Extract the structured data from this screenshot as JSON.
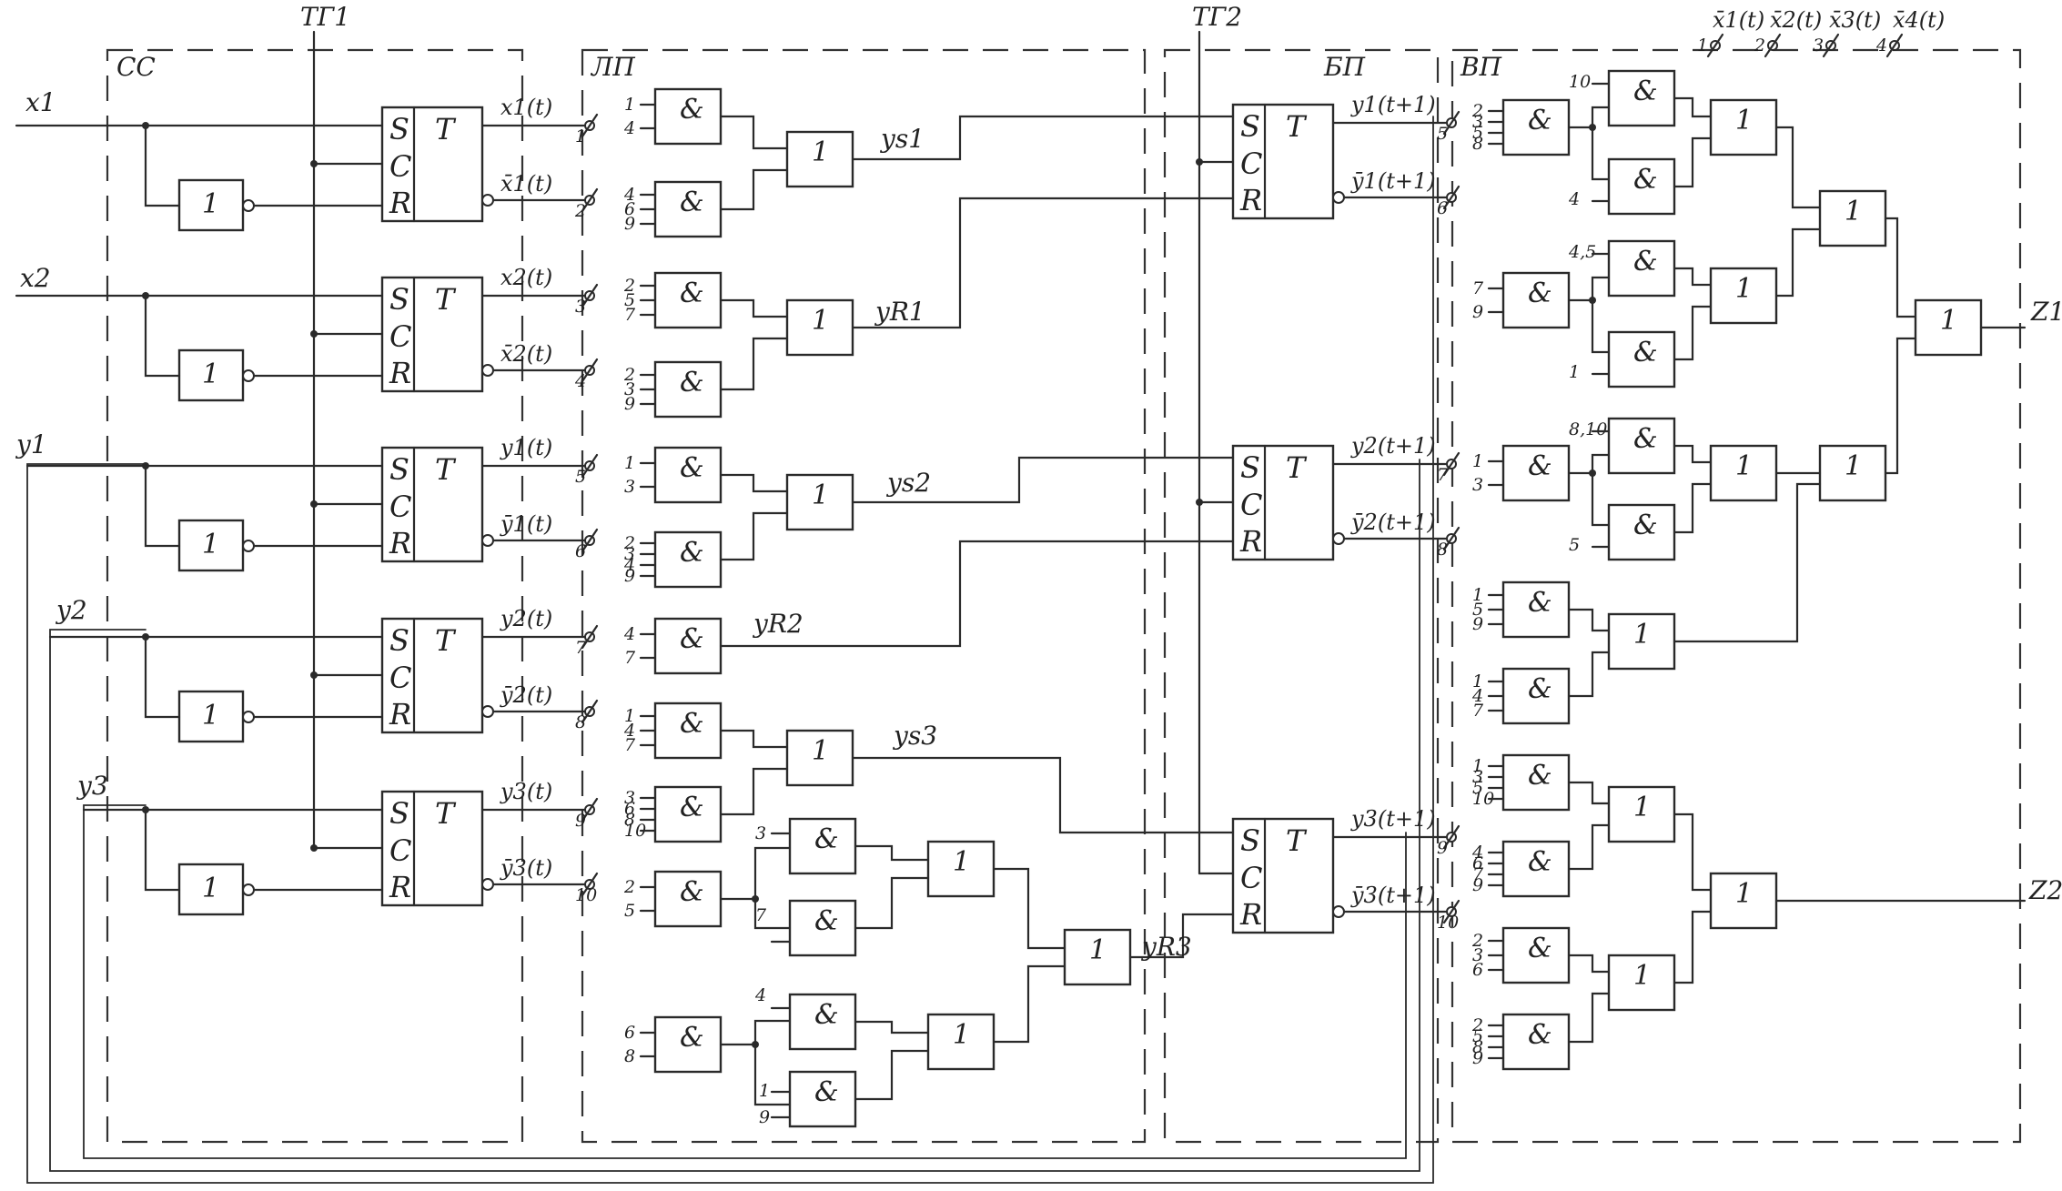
{
  "blocks": {
    "cc": "СС",
    "lp": "ЛП",
    "bp": "БП",
    "vp": "ВП",
    "tg1": "ТГ1",
    "tg2": "ТГ2"
  },
  "ff_labels": {
    "s": "S",
    "c": "C",
    "r": "R",
    "t": "T"
  },
  "gate_labels": {
    "and": "&",
    "or": "1"
  },
  "inputs": [
    "x1",
    "x2",
    "y1",
    "y2",
    "y3"
  ],
  "cc_outputs": [
    [
      "x1(t)",
      "x̄1(t)"
    ],
    [
      "x2(t)",
      "x̄2(t)"
    ],
    [
      "y1(t)",
      "ȳ1(t)"
    ],
    [
      "y2(t)",
      "ȳ2(t)"
    ],
    [
      "y3(t)",
      "ȳ3(t)"
    ]
  ],
  "terminal_numbers": [
    "1",
    "2",
    "3",
    "4",
    "5",
    "6",
    "7",
    "8",
    "9",
    "10"
  ],
  "lp_signals": [
    "ys1",
    "yR1",
    "ys2",
    "yR2",
    "ys3",
    "yR3"
  ],
  "bp_outputs": [
    [
      "y1(t+1)",
      "ȳ1(t+1)"
    ],
    [
      "y2(t+1)",
      "ȳ2(t+1)"
    ],
    [
      "y3(t+1)",
      "ȳ3(t+1)"
    ]
  ],
  "vp_top_inputs": [
    "x̄1(t)",
    "x̄2(t)",
    "x̄3(t)",
    "x̄4(t)"
  ],
  "outputs": [
    "Z1",
    "Z2"
  ]
}
